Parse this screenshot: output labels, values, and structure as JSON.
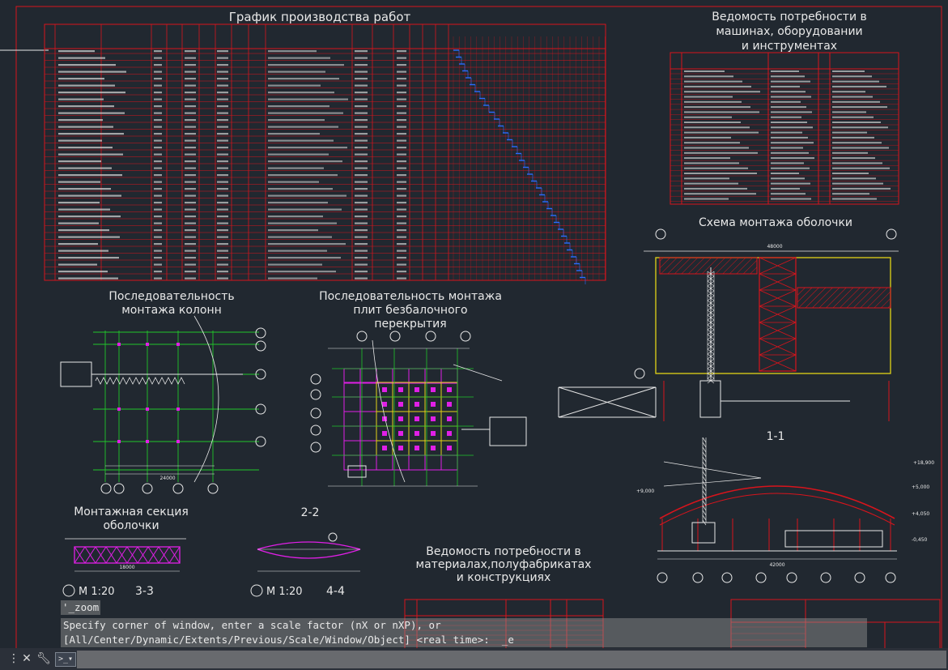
{
  "drawing": {
    "schedule_title": "График производства работ",
    "machines_title_lines": [
      "Ведомость потребности в",
      "машинах, оборудовании",
      "и инструментах"
    ],
    "column_sequence_title_lines": [
      "Последовательность",
      "монтажа колонн"
    ],
    "slab_sequence_title_lines": [
      "Последовательность монтажа",
      "плит безбалочного",
      "перекрытия"
    ],
    "shell_scheme_title": "Схема монтажа оболочки",
    "section_1_1": "1-1",
    "section_2_2": "2-2",
    "mount_section_title_lines": [
      "Монтажная секция",
      "оболочки"
    ],
    "scale_3_3": "M 1:20",
    "section_3_3": "3-3",
    "scale_4_4": "M 1:20",
    "section_4_4": "4-4",
    "materials_title_lines": [
      "Ведомость потребности в",
      "материалах,полуфабрикатах",
      "и конструкциях"
    ],
    "dim_48000": "48000",
    "dim_42000": "42000",
    "dim_18000": "18000",
    "dim_24000": "24000",
    "elev_1": "+18,900",
    "elev_2": "+9,000",
    "elev_3": "+5,000",
    "elev_4": "+4,050",
    "elev_5": "-0,450"
  },
  "command_line": {
    "history": [
      "'_zoom",
      "Specify corner of window, enter a scale factor (nX or nXP), or",
      "[All/Center/Dynamic/Extents/Previous/Scale/Window/Object] <real time>:  _e"
    ],
    "input_value": "",
    "close_icon": "close-icon",
    "settings_icon": "wrench-icon",
    "prompt_icon": "command-prompt-icon"
  },
  "colors": {
    "background": "#212830",
    "frame_red": "#d8141c",
    "line_white": "#e8e8e8",
    "line_green": "#21c62a",
    "line_magenta": "#e01fe6",
    "line_yellow": "#e2d317"
  }
}
